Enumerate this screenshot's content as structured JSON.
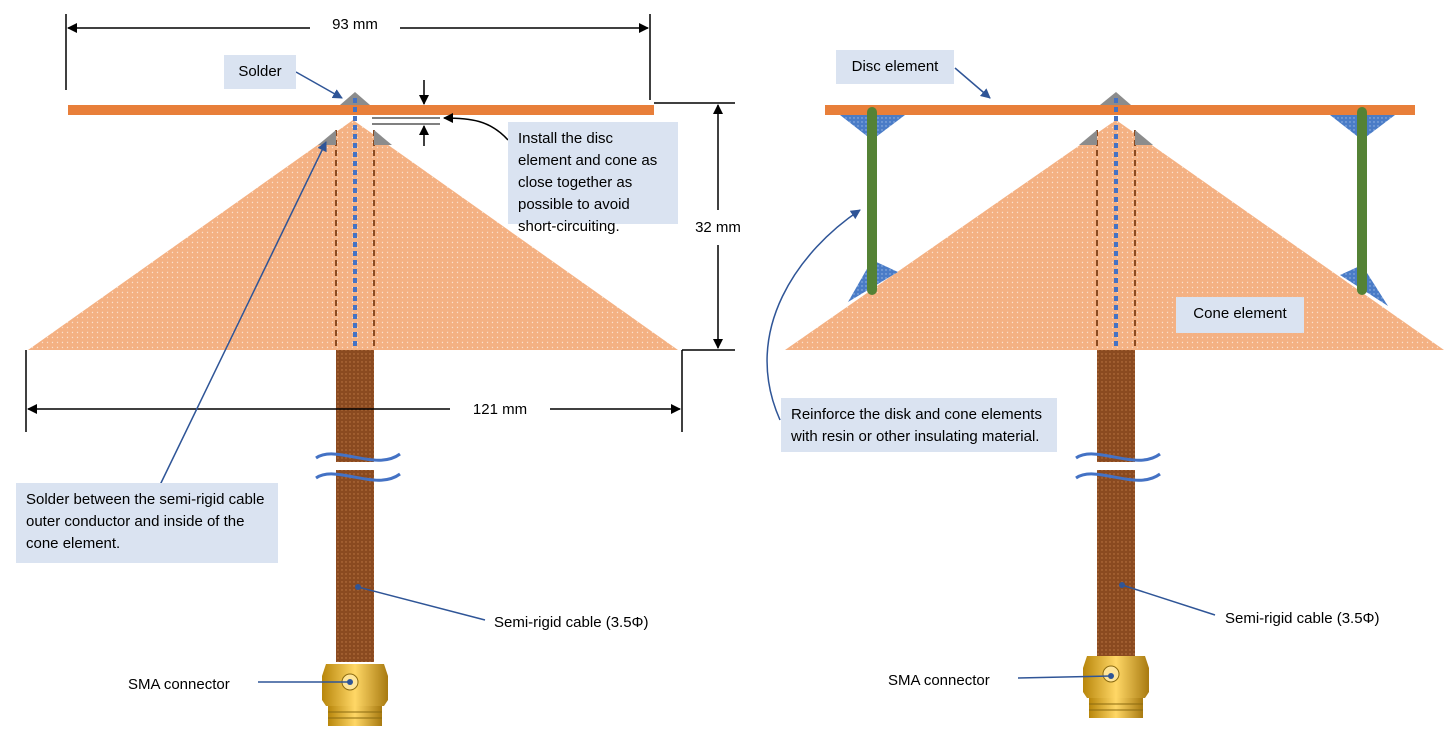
{
  "labels": {
    "dim_top": "93 mm",
    "dim_bottom": "121 mm",
    "dim_height": "32 mm",
    "solder": "Solder",
    "install_note": "Install the disc element and cone as close together as possible to avoid short-circuiting.",
    "solder_note": "Solder between the semi-rigid cable outer conductor and inside of the cone element.",
    "cable_left": "Semi-rigid cable (3.5Φ)",
    "sma_left": "SMA connector",
    "disc_element": "Disc element",
    "cone_element": "Cone element",
    "reinforce_note": "Reinforce the disk and cone elements with resin or other insulating material.",
    "cable_right": "Semi-rigid cable (3.5Φ)",
    "sma_right": "SMA connector"
  },
  "colors": {
    "disc": "#e87f3a",
    "cone": "#f4b183",
    "cable": "#8a4a20",
    "coax_core": "#4472c4",
    "solder": "#8c8c8c",
    "resin_support": "#548235",
    "resin_blue": "#4a7cc7",
    "sma": "#d4a020",
    "callout_fill": "#dae3f1",
    "leader": "#2f5597"
  }
}
